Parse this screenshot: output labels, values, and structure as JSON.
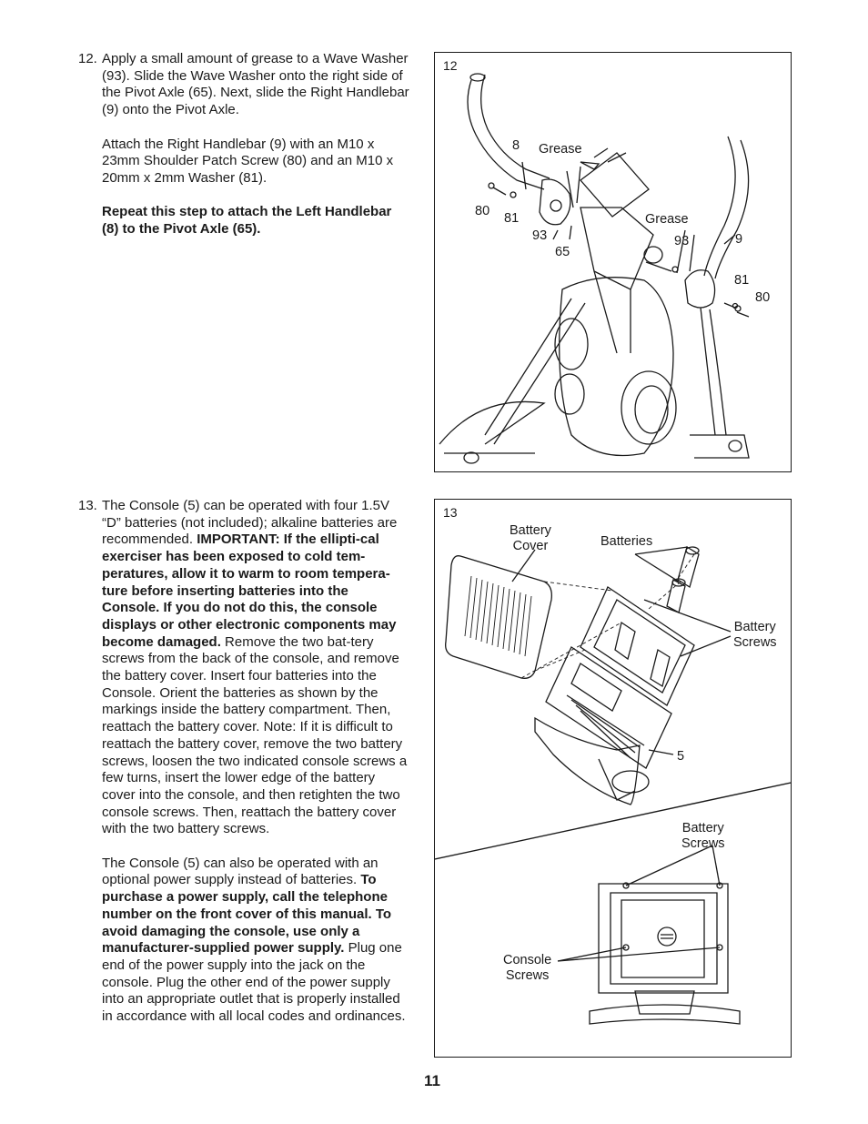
{
  "step12": {
    "number": "12.",
    "para1": "Apply a small amount of grease to a Wave Washer (93). Slide the Wave Washer onto the right side of the Pivot Axle (65). Next, slide the Right Handlebar (9) onto the Pivot Axle.",
    "para2": "Attach the Right Handlebar (9) with an M10 x 23mm Shoulder Patch Screw (80) and an M10 x 20mm x 2mm Washer (81).",
    "para3_bold": "Repeat this step to attach the Left Handlebar (8) to the Pivot Axle (65)."
  },
  "step13": {
    "number": "13.",
    "para1_a": "The Console (5) can be operated with four 1.5V “D” batteries (not included); alkaline batteries are recommended. ",
    "para1_bold": "IMPORTANT: If the ellipti-cal exerciser has been exposed to cold tem-peratures, allow it to warm to room tempera-ture before inserting batteries into the Console. If you do not do this, the console displays or other electronic components may become damaged.",
    "para1_b": " Remove the two bat-tery screws from the back of the console, and remove the battery cover. Insert four batteries into the Console. Orient the batteries as shown by the markings inside the battery compartment. Then, reattach the battery cover. Note: If it is difficult to reattach the battery cover, remove the two battery screws, loosen the two indicated console screws a few turns, insert the lower edge of the battery cover into the console, and then retighten the two console screws. Then, reattach the battery cover with the two battery screws.",
    "para2_a": "The Console (5) can also be operated with an optional power supply instead of batteries. ",
    "para2_bold": "To purchase a power supply, call the telephone number on the front cover of this manual. To avoid damaging the console, use only a manufacturer-supplied power supply.",
    "para2_b": " Plug one end of the power supply into the jack on the console. Plug the other end of the power supply into an appropriate outlet that is properly installed in accordance with all local codes and ordinances."
  },
  "figure12": {
    "number": "12",
    "labels": {
      "l8": "8",
      "grease1": "Grease",
      "l80a": "80",
      "l81a": "81",
      "l93a": "93",
      "l65": "65",
      "grease2": "Grease",
      "l93b": "93",
      "l9": "9",
      "l81b": "81",
      "l80b": "80"
    }
  },
  "figure13": {
    "number": "13",
    "labels": {
      "battery_cover": "Battery\nCover",
      "batteries": "Batteries",
      "battery_screws_top": "Battery\nScrews",
      "l5": "5",
      "battery_screws_bottom": "Battery\nScrews",
      "console_screws": "Console\nScrews"
    }
  },
  "page_number": "11"
}
